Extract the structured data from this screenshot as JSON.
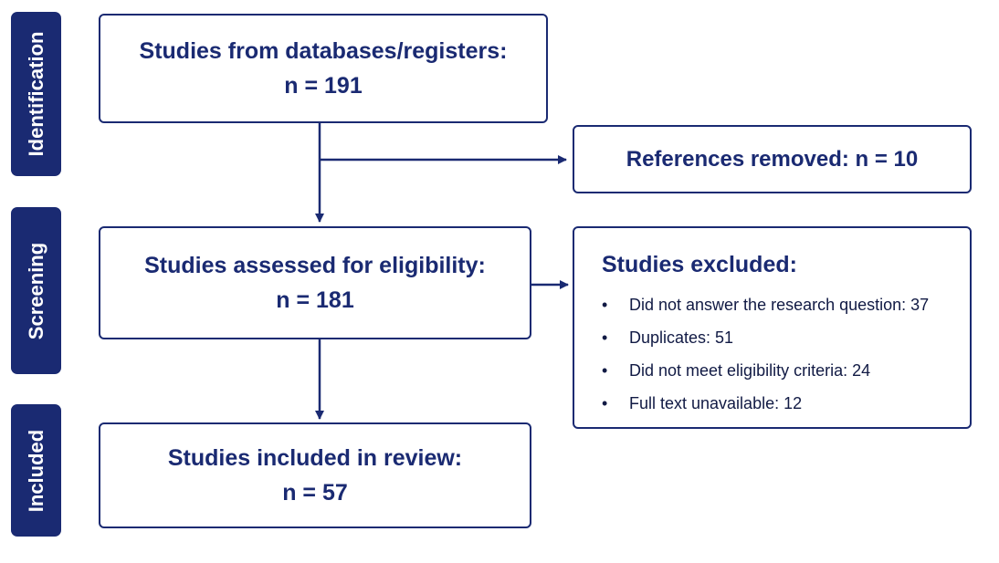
{
  "phases": {
    "identification": "Identification",
    "screening": "Screening",
    "included": "Included"
  },
  "boxes": {
    "databases": {
      "title": "Studies from databases/registers:",
      "count": "n = 191"
    },
    "removed": {
      "text": "References removed: n = 10"
    },
    "assessed": {
      "title": "Studies assessed for eligibility:",
      "count": "n = 181"
    },
    "excluded": {
      "title": "Studies excluded:",
      "items": [
        "Did not answer the research question: 37",
        "Duplicates: 51",
        "Did not meet eligibility criteria: 24",
        "Full text unavailable: 12"
      ]
    },
    "included": {
      "title": "Studies included in review:",
      "count": "n = 57"
    }
  },
  "colors": {
    "primary": "#1a2a72",
    "background": "#ffffff"
  }
}
